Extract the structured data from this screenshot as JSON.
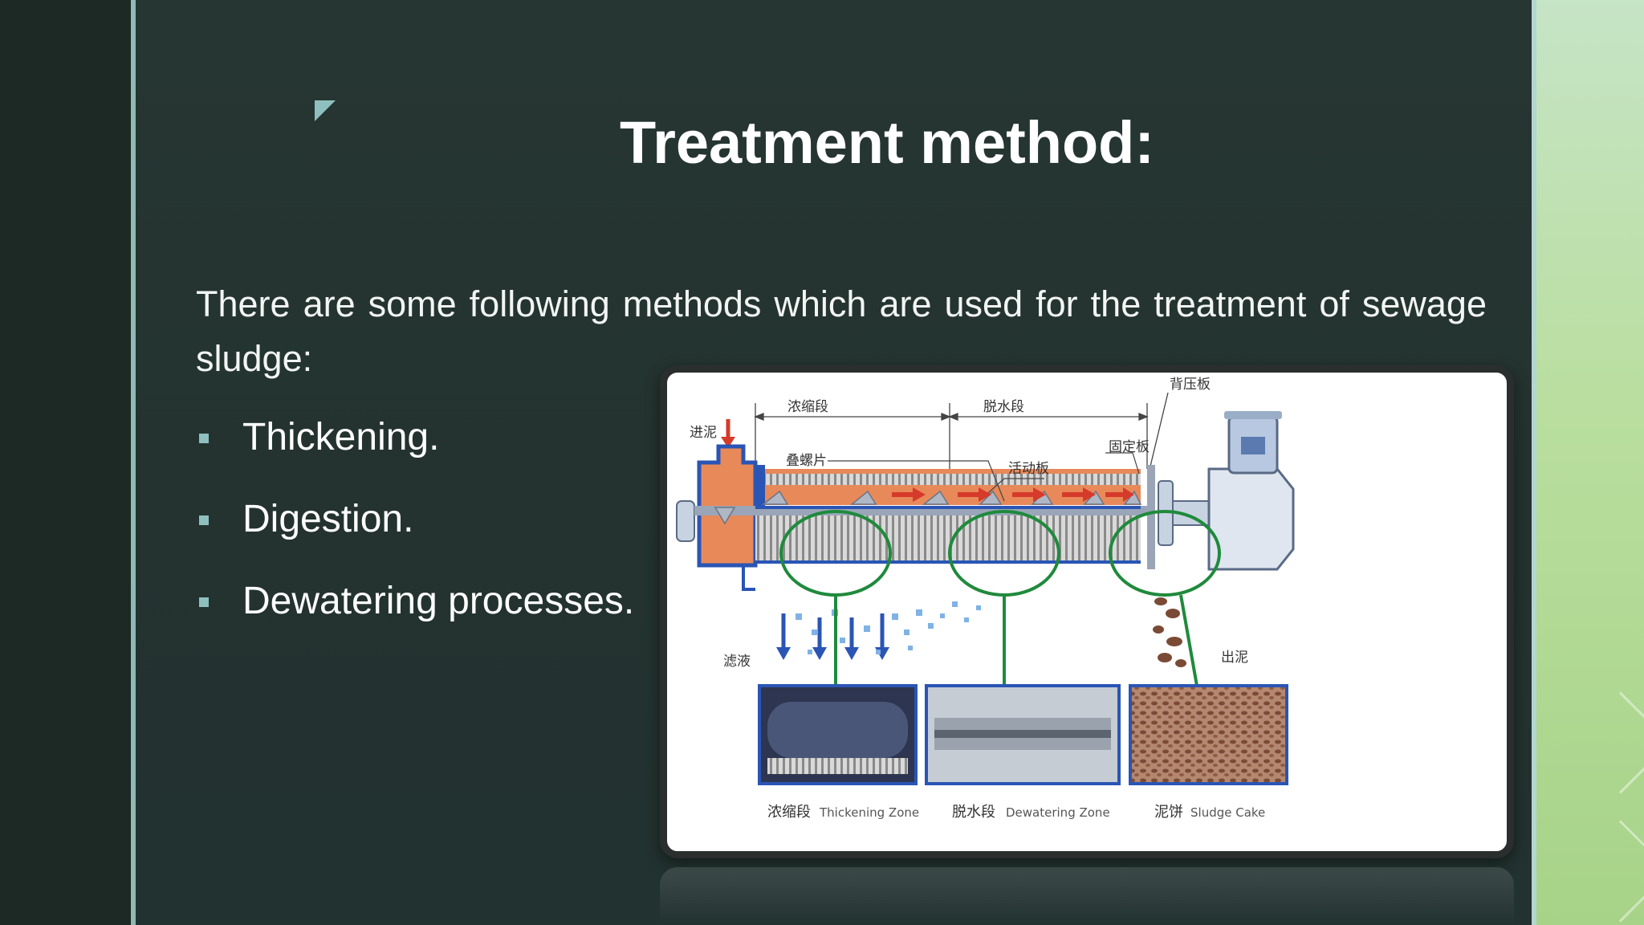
{
  "slide": {
    "title": "Treatment method:",
    "intro": "There are some following methods which are used for the treatment of sewage sludge:",
    "bullets": [
      "Thickening.",
      "Digestion.",
      "Dewatering processes."
    ]
  },
  "figure": {
    "labels": {
      "thickening_section": "浓缩段",
      "dewatering_section": "脱水段",
      "back_pressure_plate": "背压板",
      "sludge_inlet": "进泥",
      "stacked_screw": "叠螺片",
      "fixed_plate": "固定板",
      "moving_plate": "活动板",
      "filtrate": "滤液",
      "sludge_out": "出泥"
    },
    "captions": [
      {
        "cn": "浓缩段",
        "en": "Thickening Zone"
      },
      {
        "cn": "脱水段",
        "en": "Dewatering Zone"
      },
      {
        "cn": "泥饼",
        "en": "Sludge Cake"
      }
    ]
  },
  "colors": {
    "background": "#263632",
    "accent": "#8fc0c0",
    "title_text": "#ffffff",
    "diagram_green": "#1f8a3c",
    "diagram_blue": "#2a55b5",
    "sludge_orange": "#e8895a",
    "arrow_red": "#d63a2a"
  }
}
